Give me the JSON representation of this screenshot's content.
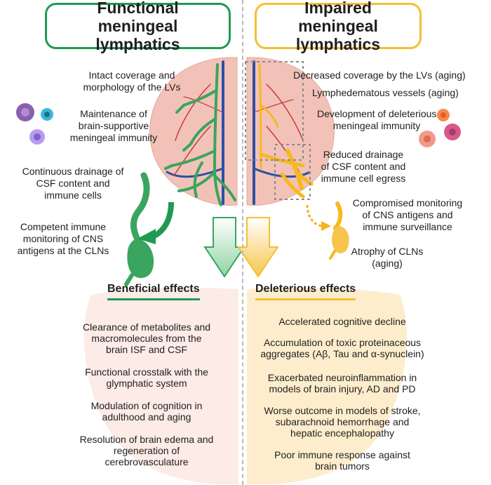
{
  "titles": {
    "left": "Functional meningeal lymphatics",
    "right": "Impaired meningeal lymphatics"
  },
  "left_labels": {
    "lv": "Intact coverage and\nmorphology of the LVs",
    "immunity": "Maintenance of\nbrain-supportive\nmeningeal immunity",
    "drainage": "Continuous drainage of\nCSF content and\nimmune cells",
    "monitoring": "Competent immune\nmonitoring of CNS\nantigens at the CLNs"
  },
  "right_labels": {
    "coverage": "Decreased coverage by the LVs (aging)",
    "vessels": "Lymphedematous vessels (aging)",
    "immunity": "Development of deleterious\nmeningeal immunity",
    "drainage": "Reduced drainage\nof CSF content and\nimmune cell egress",
    "monitoring": "Compromised monitoring\nof CNS antigens and\nimmune surveillance",
    "atrophy": "Atrophy of CLNs\n(aging)"
  },
  "effects": {
    "beneficial_title": "Beneficial effects",
    "deleterious_title": "Deleterious effects",
    "beneficial": [
      "Clearance of metabolites and\nmacromolecules from the\nbrain ISF and CSF",
      "Functional crosstalk with the\nglymphatic system",
      "Modulation of cognition in\nadulthood and aging",
      "Resolution of brain edema and\nregeneration of\ncerebrovasculature"
    ],
    "deleterious": [
      "Accelerated cognitive decline",
      "Accumulation of toxic proteinaceous\naggregates (Aβ, Tau and α-synuclein)",
      "Exacerbated neuroinflammation in\nmodels of brain injury, AD and PD",
      "Worse outcome in models of stroke,\nsubarachnoid hemorrhage and\nhepatic encephalopathy",
      "Poor immune response against\nbrain tumors"
    ]
  },
  "colors": {
    "functional": "#1f9a51",
    "impaired": "#f3c033",
    "lymph_green": "#3aa55f",
    "lymph_yellow": "#f7b91e",
    "brain_pink": "#f2c2b8",
    "vessel_blue": "#2d4fa3",
    "vessel_red": "#c63b37"
  }
}
